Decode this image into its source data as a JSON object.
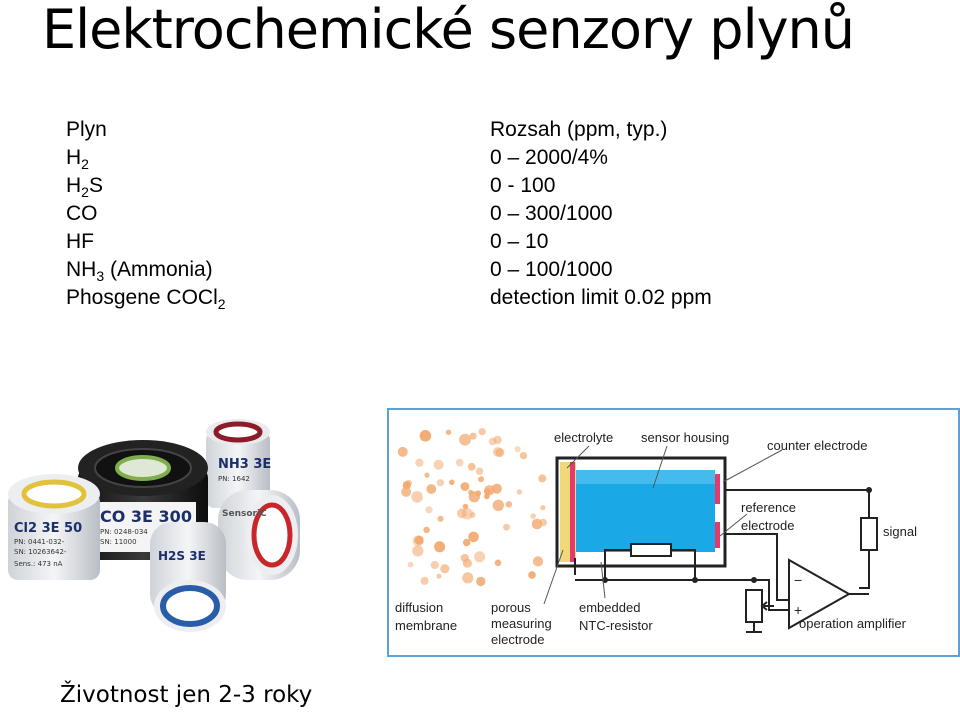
{
  "title": "Elektrochemické senzory plynů",
  "table": {
    "header": {
      "gas": "Plyn",
      "range": "Rozsah (ppm, typ.)"
    },
    "rows": [
      {
        "gas": "H",
        "gas_sub": "2",
        "gas_tail": "",
        "range": "0 – 2000/4%"
      },
      {
        "gas": "H",
        "gas_sub": "2",
        "gas_tail": "S",
        "range": "0 - 100"
      },
      {
        "gas": "CO",
        "gas_sub": "",
        "gas_tail": "",
        "range": "0 – 300/1000"
      },
      {
        "gas": "HF",
        "gas_sub": "",
        "gas_tail": "",
        "range": "0 – 10"
      },
      {
        "gas": "NH",
        "gas_sub": "3",
        "gas_tail": " (Ammonia)",
        "range": "0 – 100/1000"
      },
      {
        "gas": "Phosgene COCl",
        "gas_sub": "2",
        "gas_tail": "",
        "range": "detection limit 0.02 ppm"
      }
    ]
  },
  "photo": {
    "sensor_labels": {
      "cl2": "Cl2 3E 50",
      "cl2_pn": "PN: 0441-032-",
      "cl2_sn": "SN: 10263642-",
      "cl2_sens": "Sens.: 473 nA",
      "co": "CO 3E 300",
      "co_pn": "PN: 0248-034",
      "co_sn": "SN: 11000",
      "nh3": "NH3 3E",
      "nh3_pn": "PN: 1642",
      "h2s": "H2S 3E",
      "brand": "SensoriC"
    }
  },
  "diagram": {
    "labels": {
      "electrolyte": "electrolyte",
      "sensor_housing": "sensor housing",
      "counter_electrode": "counter electrode",
      "reference_1": "reference",
      "reference_2": "electrode",
      "signal": "signal",
      "diffusion_1": "diffusion",
      "diffusion_2": "membrane",
      "porous_1": "porous",
      "porous_2": "measuring",
      "porous_3": "electrode",
      "embedded_1": "embedded",
      "embedded_2": "NTC-resistor",
      "operation_amplifier": "operation amplifier",
      "minus": "−",
      "plus": "+"
    },
    "colors": {
      "border": "#5aa2d8",
      "electrolyte": "#1aa8e6",
      "dots": "#f2a86e",
      "electrode": "#e23a6e"
    }
  },
  "footer": "Životnost jen 2-3 roky"
}
